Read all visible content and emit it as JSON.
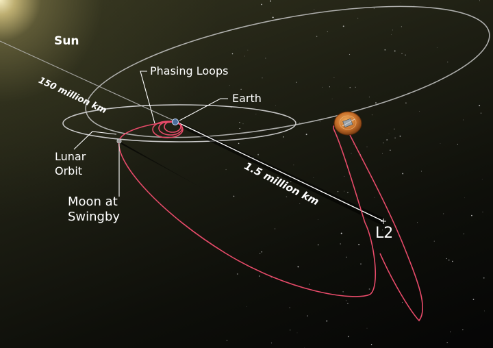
{
  "labels": {
    "sun": "Sun",
    "sun_distance": "150 million km",
    "phasing_loops": "Phasing Loops",
    "earth": "Earth",
    "lunar_orbit_line1": "Lunar",
    "lunar_orbit_line2": "Orbit",
    "moon_line1": "Moon at",
    "moon_line2": "Swingby",
    "l2_distance": "1.5 million km",
    "l2": "L2"
  },
  "colors": {
    "trajectory": "#e84b6a",
    "orbit_lines": "#bdbdbd",
    "leader_lines": "#ffffff",
    "background": "#0e0f0a",
    "spacecraft": "#c8782a"
  },
  "icons": [
    "sun-glow",
    "earth-marker",
    "moon-marker",
    "spacecraft-icon",
    "l2-crosshair-icon"
  ]
}
